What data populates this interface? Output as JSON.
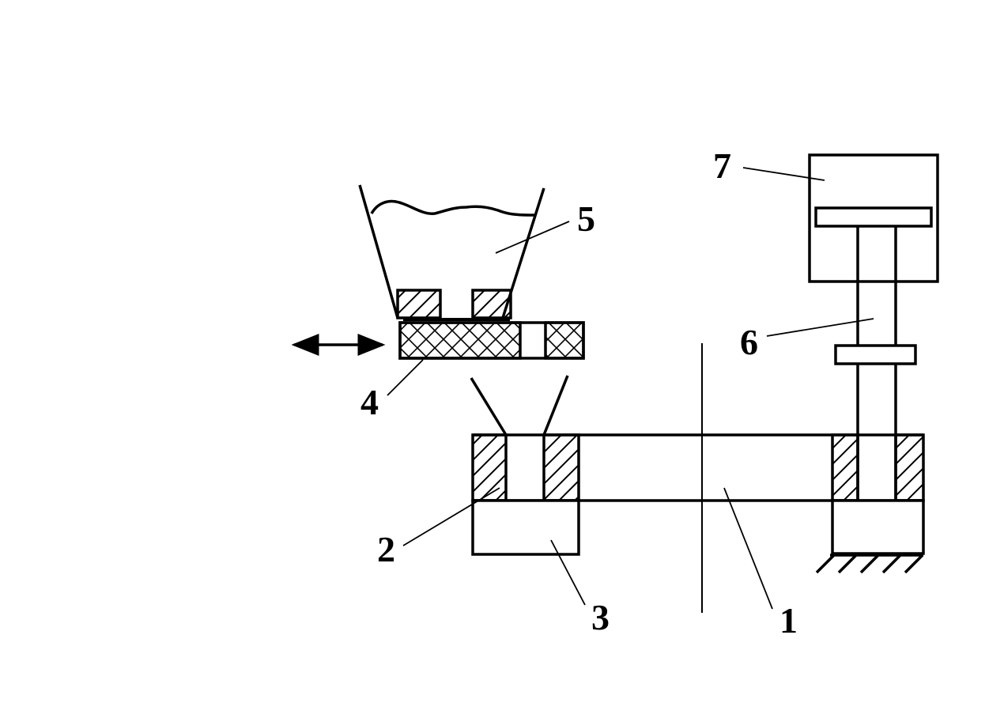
{
  "diagram": {
    "callouts": [
      {
        "key": "c1",
        "label": "1"
      },
      {
        "key": "c2",
        "label": "2"
      },
      {
        "key": "c3",
        "label": "3"
      },
      {
        "key": "c4",
        "label": "4"
      },
      {
        "key": "c5",
        "label": "5"
      },
      {
        "key": "c6",
        "label": "6"
      },
      {
        "key": "c7",
        "label": "7"
      }
    ],
    "colors": {
      "line": "#000000",
      "background": "#ffffff"
    }
  }
}
